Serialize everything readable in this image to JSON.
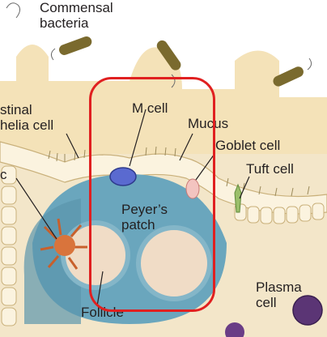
{
  "labels": {
    "commensal_bacteria": [
      "Commensal",
      "bacteria"
    ],
    "intestinal_epithelial_cell": [
      "stinal",
      "helia cell"
    ],
    "m_cell": "M cell",
    "mucus": "Mucus",
    "goblet_cell": "Goblet cell",
    "tuft_cell": "Tuft cell",
    "peyers_patch": [
      "Peyer’s",
      "patch"
    ],
    "plasma_cell": [
      "Plasma",
      "cell"
    ],
    "follicle": "Follicle",
    "cut_label": "c"
  },
  "colors": {
    "highlight": "#e02020",
    "background_tissue": "#f3e6c9",
    "villus": "#f4e2b8",
    "epithelium": "#fbf3df",
    "peyers_patch": "#6aa6bd",
    "follicle": "#f0dcc6",
    "bacteria": "#7a6a2e",
    "m_cell": "#5a6ad0",
    "plasma_cell": "#5b3575",
    "dendritic_cell": "#c8602c"
  },
  "icons": [
    "bacteria-icon",
    "m-cell-icon",
    "goblet-cell-icon",
    "tuft-cell-icon",
    "dendritic-cell-icon",
    "plasma-cell-icon"
  ]
}
